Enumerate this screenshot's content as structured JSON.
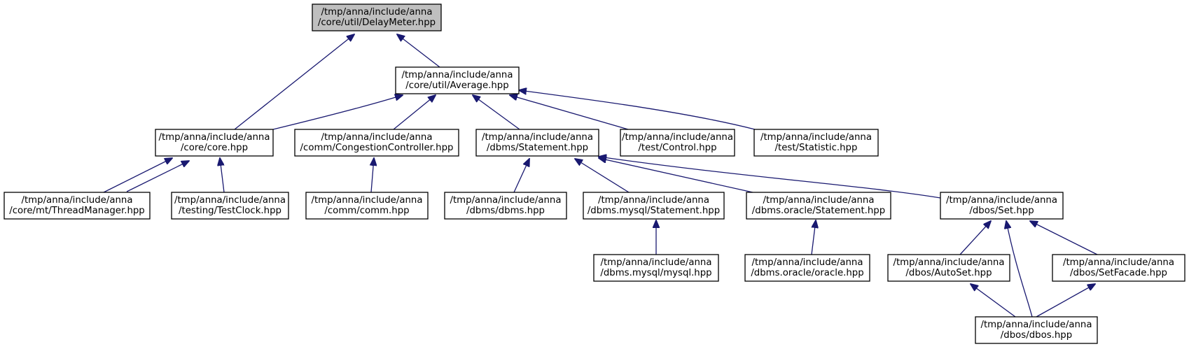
{
  "diagram": {
    "nodes": [
      {
        "id": "delaymeter",
        "lines": [
          "/tmp/anna/include/anna",
          "/core/util/DelayMeter.hpp"
        ],
        "highlighted": true
      },
      {
        "id": "average",
        "lines": [
          "/tmp/anna/include/anna",
          "/core/util/Average.hpp"
        ]
      },
      {
        "id": "core",
        "lines": [
          "/tmp/anna/include/anna",
          "/core/core.hpp"
        ]
      },
      {
        "id": "congestion",
        "lines": [
          "/tmp/anna/include/anna",
          "/comm/CongestionController.hpp"
        ]
      },
      {
        "id": "dbms_statement",
        "lines": [
          "/tmp/anna/include/anna",
          "/dbms/Statement.hpp"
        ]
      },
      {
        "id": "test_control",
        "lines": [
          "/tmp/anna/include/anna",
          "/test/Control.hpp"
        ]
      },
      {
        "id": "test_statistic",
        "lines": [
          "/tmp/anna/include/anna",
          "/test/Statistic.hpp"
        ]
      },
      {
        "id": "threadmanager",
        "lines": [
          "/tmp/anna/include/anna",
          "/core/mt/ThreadManager.hpp"
        ]
      },
      {
        "id": "testclock",
        "lines": [
          "/tmp/anna/include/anna",
          "/testing/TestClock.hpp"
        ]
      },
      {
        "id": "comm",
        "lines": [
          "/tmp/anna/include/anna",
          "/comm/comm.hpp"
        ]
      },
      {
        "id": "dbms",
        "lines": [
          "/tmp/anna/include/anna",
          "/dbms/dbms.hpp"
        ]
      },
      {
        "id": "mysql_statement",
        "lines": [
          "/tmp/anna/include/anna",
          "/dbms.mysql/Statement.hpp"
        ]
      },
      {
        "id": "oracle_statement",
        "lines": [
          "/tmp/anna/include/anna",
          "/dbms.oracle/Statement.hpp"
        ]
      },
      {
        "id": "dbos_set",
        "lines": [
          "/tmp/anna/include/anna",
          "/dbos/Set.hpp"
        ]
      },
      {
        "id": "mysql",
        "lines": [
          "/tmp/anna/include/anna",
          "/dbms.mysql/mysql.hpp"
        ]
      },
      {
        "id": "oracle",
        "lines": [
          "/tmp/anna/include/anna",
          "/dbms.oracle/oracle.hpp"
        ]
      },
      {
        "id": "autoset",
        "lines": [
          "/tmp/anna/include/anna",
          "/dbos/AutoSet.hpp"
        ]
      },
      {
        "id": "setfacade",
        "lines": [
          "/tmp/anna/include/anna",
          "/dbos/SetFacade.hpp"
        ]
      },
      {
        "id": "dbos",
        "lines": [
          "/tmp/anna/include/anna",
          "/dbos/dbos.hpp"
        ]
      }
    ],
    "edges": [
      {
        "from": "core",
        "to": "delaymeter"
      },
      {
        "from": "average",
        "to": "delaymeter"
      },
      {
        "from": "core",
        "to": "average"
      },
      {
        "from": "congestion",
        "to": "average"
      },
      {
        "from": "dbms_statement",
        "to": "average"
      },
      {
        "from": "test_control",
        "to": "average"
      },
      {
        "from": "test_statistic",
        "to": "average"
      },
      {
        "from": "threadmanager",
        "to": "core"
      },
      {
        "from": "core",
        "to": "threadmanager"
      },
      {
        "from": "testclock",
        "to": "core"
      },
      {
        "from": "comm",
        "to": "congestion"
      },
      {
        "from": "dbms",
        "to": "dbms_statement"
      },
      {
        "from": "mysql_statement",
        "to": "dbms_statement"
      },
      {
        "from": "oracle_statement",
        "to": "dbms_statement"
      },
      {
        "from": "dbos_set",
        "to": "dbms_statement"
      },
      {
        "from": "mysql",
        "to": "mysql_statement"
      },
      {
        "from": "oracle",
        "to": "oracle_statement"
      },
      {
        "from": "autoset",
        "to": "dbos_set"
      },
      {
        "from": "dbos",
        "to": "dbos_set"
      },
      {
        "from": "setfacade",
        "to": "dbos_set"
      },
      {
        "from": "dbos",
        "to": "autoset"
      },
      {
        "from": "dbos",
        "to": "setfacade"
      }
    ]
  },
  "style": {
    "edge_color": "#191970",
    "node_border": "#000000",
    "highlight_fill": "#bfbfbf"
  }
}
